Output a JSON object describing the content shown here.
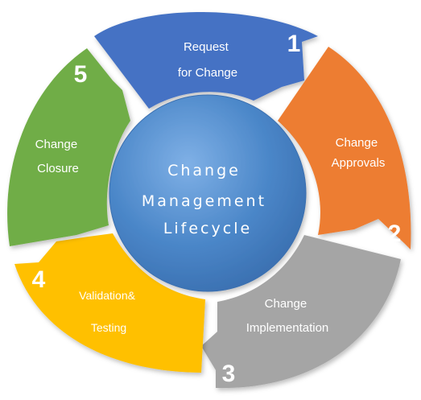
{
  "diagram": {
    "center": {
      "lines": [
        "Change",
        "Management",
        "Lifecycle"
      ],
      "color": "#4a86c8"
    },
    "segments": [
      {
        "number": "1",
        "lines": [
          "Request",
          "for Change"
        ],
        "color": "#4472c4"
      },
      {
        "number": "2",
        "lines": [
          "Change",
          "Approvals"
        ],
        "color": "#ed7d31"
      },
      {
        "number": "3",
        "lines": [
          "Change",
          "Implementation"
        ],
        "color": "#a5a5a5"
      },
      {
        "number": "4",
        "lines": [
          "Validation&",
          "Testing"
        ],
        "color": "#ffc000"
      },
      {
        "number": "5",
        "lines": [
          "Change",
          "Closure"
        ],
        "color": "#70ad47"
      }
    ]
  }
}
